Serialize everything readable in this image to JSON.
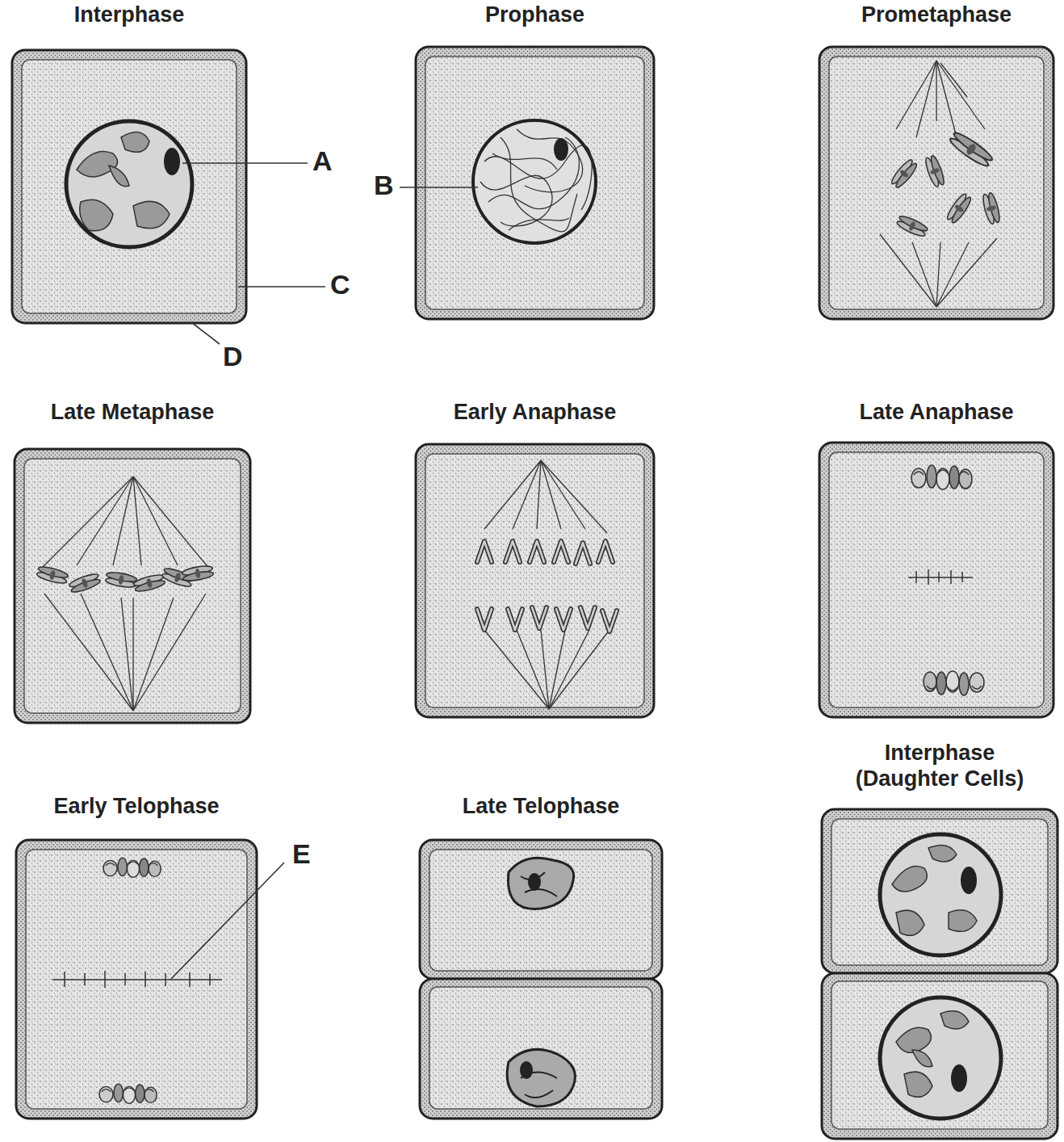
{
  "diagram": {
    "nodes": [
      {
        "text": [
          "Interphase"
        ]
      },
      {
        "text": [
          "Prophase"
        ]
      },
      {
        "text": [
          "Prometaphase"
        ]
      },
      {
        "text": [
          "Late Metaphase"
        ]
      },
      {
        "text": [
          "Early Anaphase"
        ]
      },
      {
        "text": [
          "Late Anaphase"
        ]
      },
      {
        "text": [
          "Early Telophase"
        ]
      },
      {
        "text": [
          "Late Telophase"
        ]
      },
      {
        "text": [
          "Interphase (Daughter Cells)"
        ]
      }
    ],
    "labels": [
      "A",
      "B",
      "C",
      "D",
      "E"
    ]
  }
}
